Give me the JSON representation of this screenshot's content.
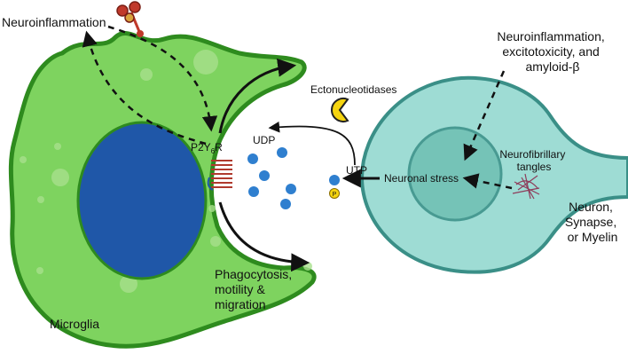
{
  "labels": {
    "neuroinflammation": "Neuroinflammation",
    "microglia": "Microglia",
    "p2y6r": "P2Y",
    "p2y6r_sub": "6",
    "p2y6r_tail": "R",
    "udp": "UDP",
    "utp": "UTP",
    "ectonucleotidases": "Ectonucleotidases",
    "phago_1": "Phagocytosis,",
    "phago_2": "motility &",
    "phago_3": "migration",
    "neuronal_stress": "Neuronal stress",
    "tangles_1": "Neurofibrillary",
    "tangles_2": "tangles",
    "triggers_1": "Neuroinflammation,",
    "triggers_2": "excitotoxicity, and",
    "triggers_3": "amyloid-β",
    "neuron_1": "Neuron,",
    "neuron_2": "Synapse,",
    "neuron_3": "or Myelin",
    "phosphate": "P"
  },
  "colors": {
    "microglia_fill": "#7ed35f",
    "microglia_stroke": "#2e8b1e",
    "nucleus_fill": "#1f57a8",
    "neuron_fill": "#9edcd4",
    "neuron_stroke": "#3a8f87",
    "neuron_nucleus": "#6fbfb3",
    "nucleotide": "#2f7fcf",
    "pacman": "#f5d40f",
    "receptor": "#b03a2e",
    "cytokine": "#c0392b"
  }
}
